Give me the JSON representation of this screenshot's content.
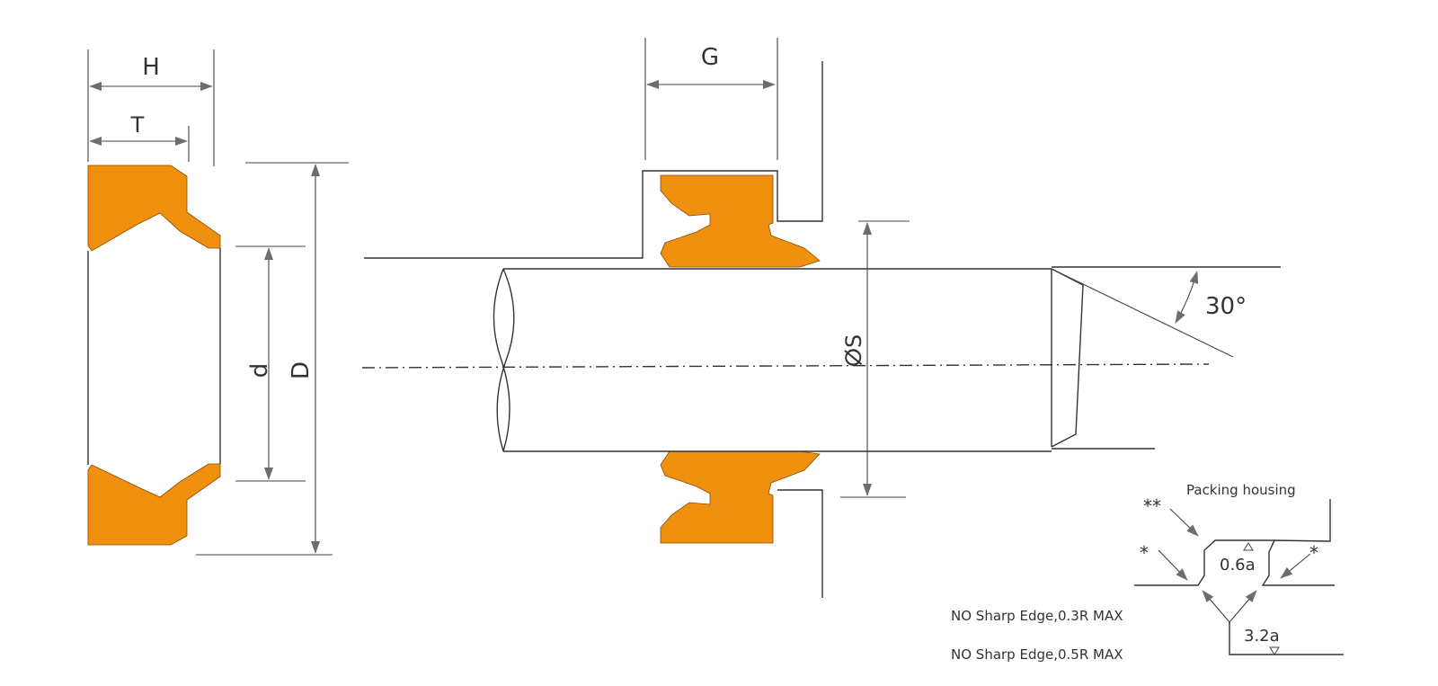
{
  "diagram": {
    "labels": {
      "H": "H",
      "T": "T",
      "G": "G",
      "d": "d",
      "D": "D",
      "S": "ⵁS",
      "angle": "30°"
    },
    "notes": {
      "housing": "Packing housing",
      "double_star": "**",
      "star_left": "*",
      "star_right": "*",
      "roughness_top": "0.6a",
      "roughness_bottom": "3.2a",
      "note1": "NO Sharp Edge,0.3R MAX",
      "note2": "NO Sharp Edge,0.5R MAX"
    },
    "colors": {
      "seal_fill": "#f0900f",
      "line": "#333333",
      "arrow": "#6e6c70"
    }
  }
}
